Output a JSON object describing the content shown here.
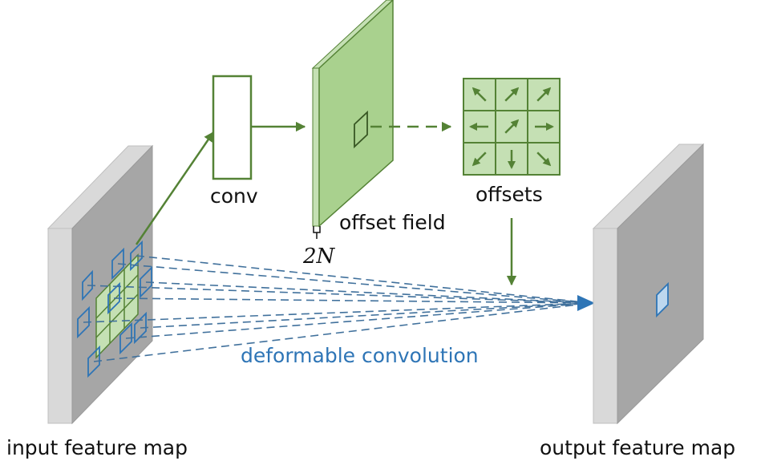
{
  "labels": {
    "input_map": "input feature map",
    "output_map": "output feature map",
    "conv": "conv",
    "offset_field": "offset field",
    "channels": "2N",
    "offsets": "offsets",
    "deformable_conv": "deformable convolution"
  },
  "colors": {
    "green_stroke": "#548235",
    "green_fill": "#a9d18e",
    "green_light": "#c5e0b4",
    "blue": "#2e75b6",
    "blue_dash": "#41719c",
    "blue_fill": "#bdd7ee",
    "gray_face": "#d9d9d9",
    "gray_side": "#bfbfbf",
    "gray_front": "#a6a6a6"
  },
  "offset_arrows": [
    {
      "row": 0,
      "col": 0,
      "direction": "up-left"
    },
    {
      "row": 0,
      "col": 1,
      "direction": "up-right"
    },
    {
      "row": 0,
      "col": 2,
      "direction": "up-right"
    },
    {
      "row": 1,
      "col": 0,
      "direction": "left"
    },
    {
      "row": 1,
      "col": 1,
      "direction": "up-right"
    },
    {
      "row": 1,
      "col": 2,
      "direction": "right"
    },
    {
      "row": 2,
      "col": 0,
      "direction": "down-left"
    },
    {
      "row": 2,
      "col": 1,
      "direction": "down"
    },
    {
      "row": 2,
      "col": 2,
      "direction": "down-right"
    }
  ]
}
